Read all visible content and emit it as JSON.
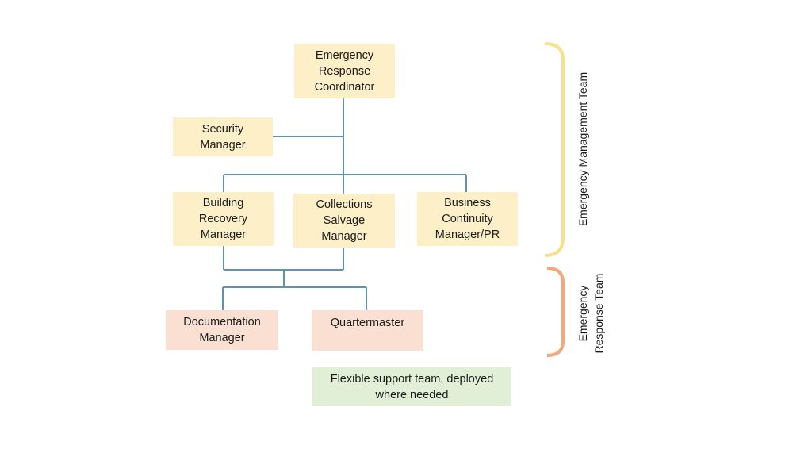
{
  "colors": {
    "management_box": "#fdf0c8",
    "response_box": "#f9e0d2",
    "support_box": "#e0efd6",
    "connector": "#5b93b9",
    "management_bracket": "#f8e08e",
    "response_bracket": "#eea97c"
  },
  "nodes": {
    "coordinator": "Emergency\nResponse\nCoordinator",
    "security": "Security\nManager",
    "building": "Building\nRecovery\nManager",
    "collections": "Collections\nSalvage\nManager",
    "business": "Business\nContinuity\nManager/PR",
    "documentation": "Documentation\nManager",
    "quartermaster": "Quartermaster",
    "support": "Flexible support team, deployed\nwhere needed"
  },
  "groups": {
    "management": "Emergency  Management Team",
    "response": "Emergency\nResponse  Team"
  }
}
